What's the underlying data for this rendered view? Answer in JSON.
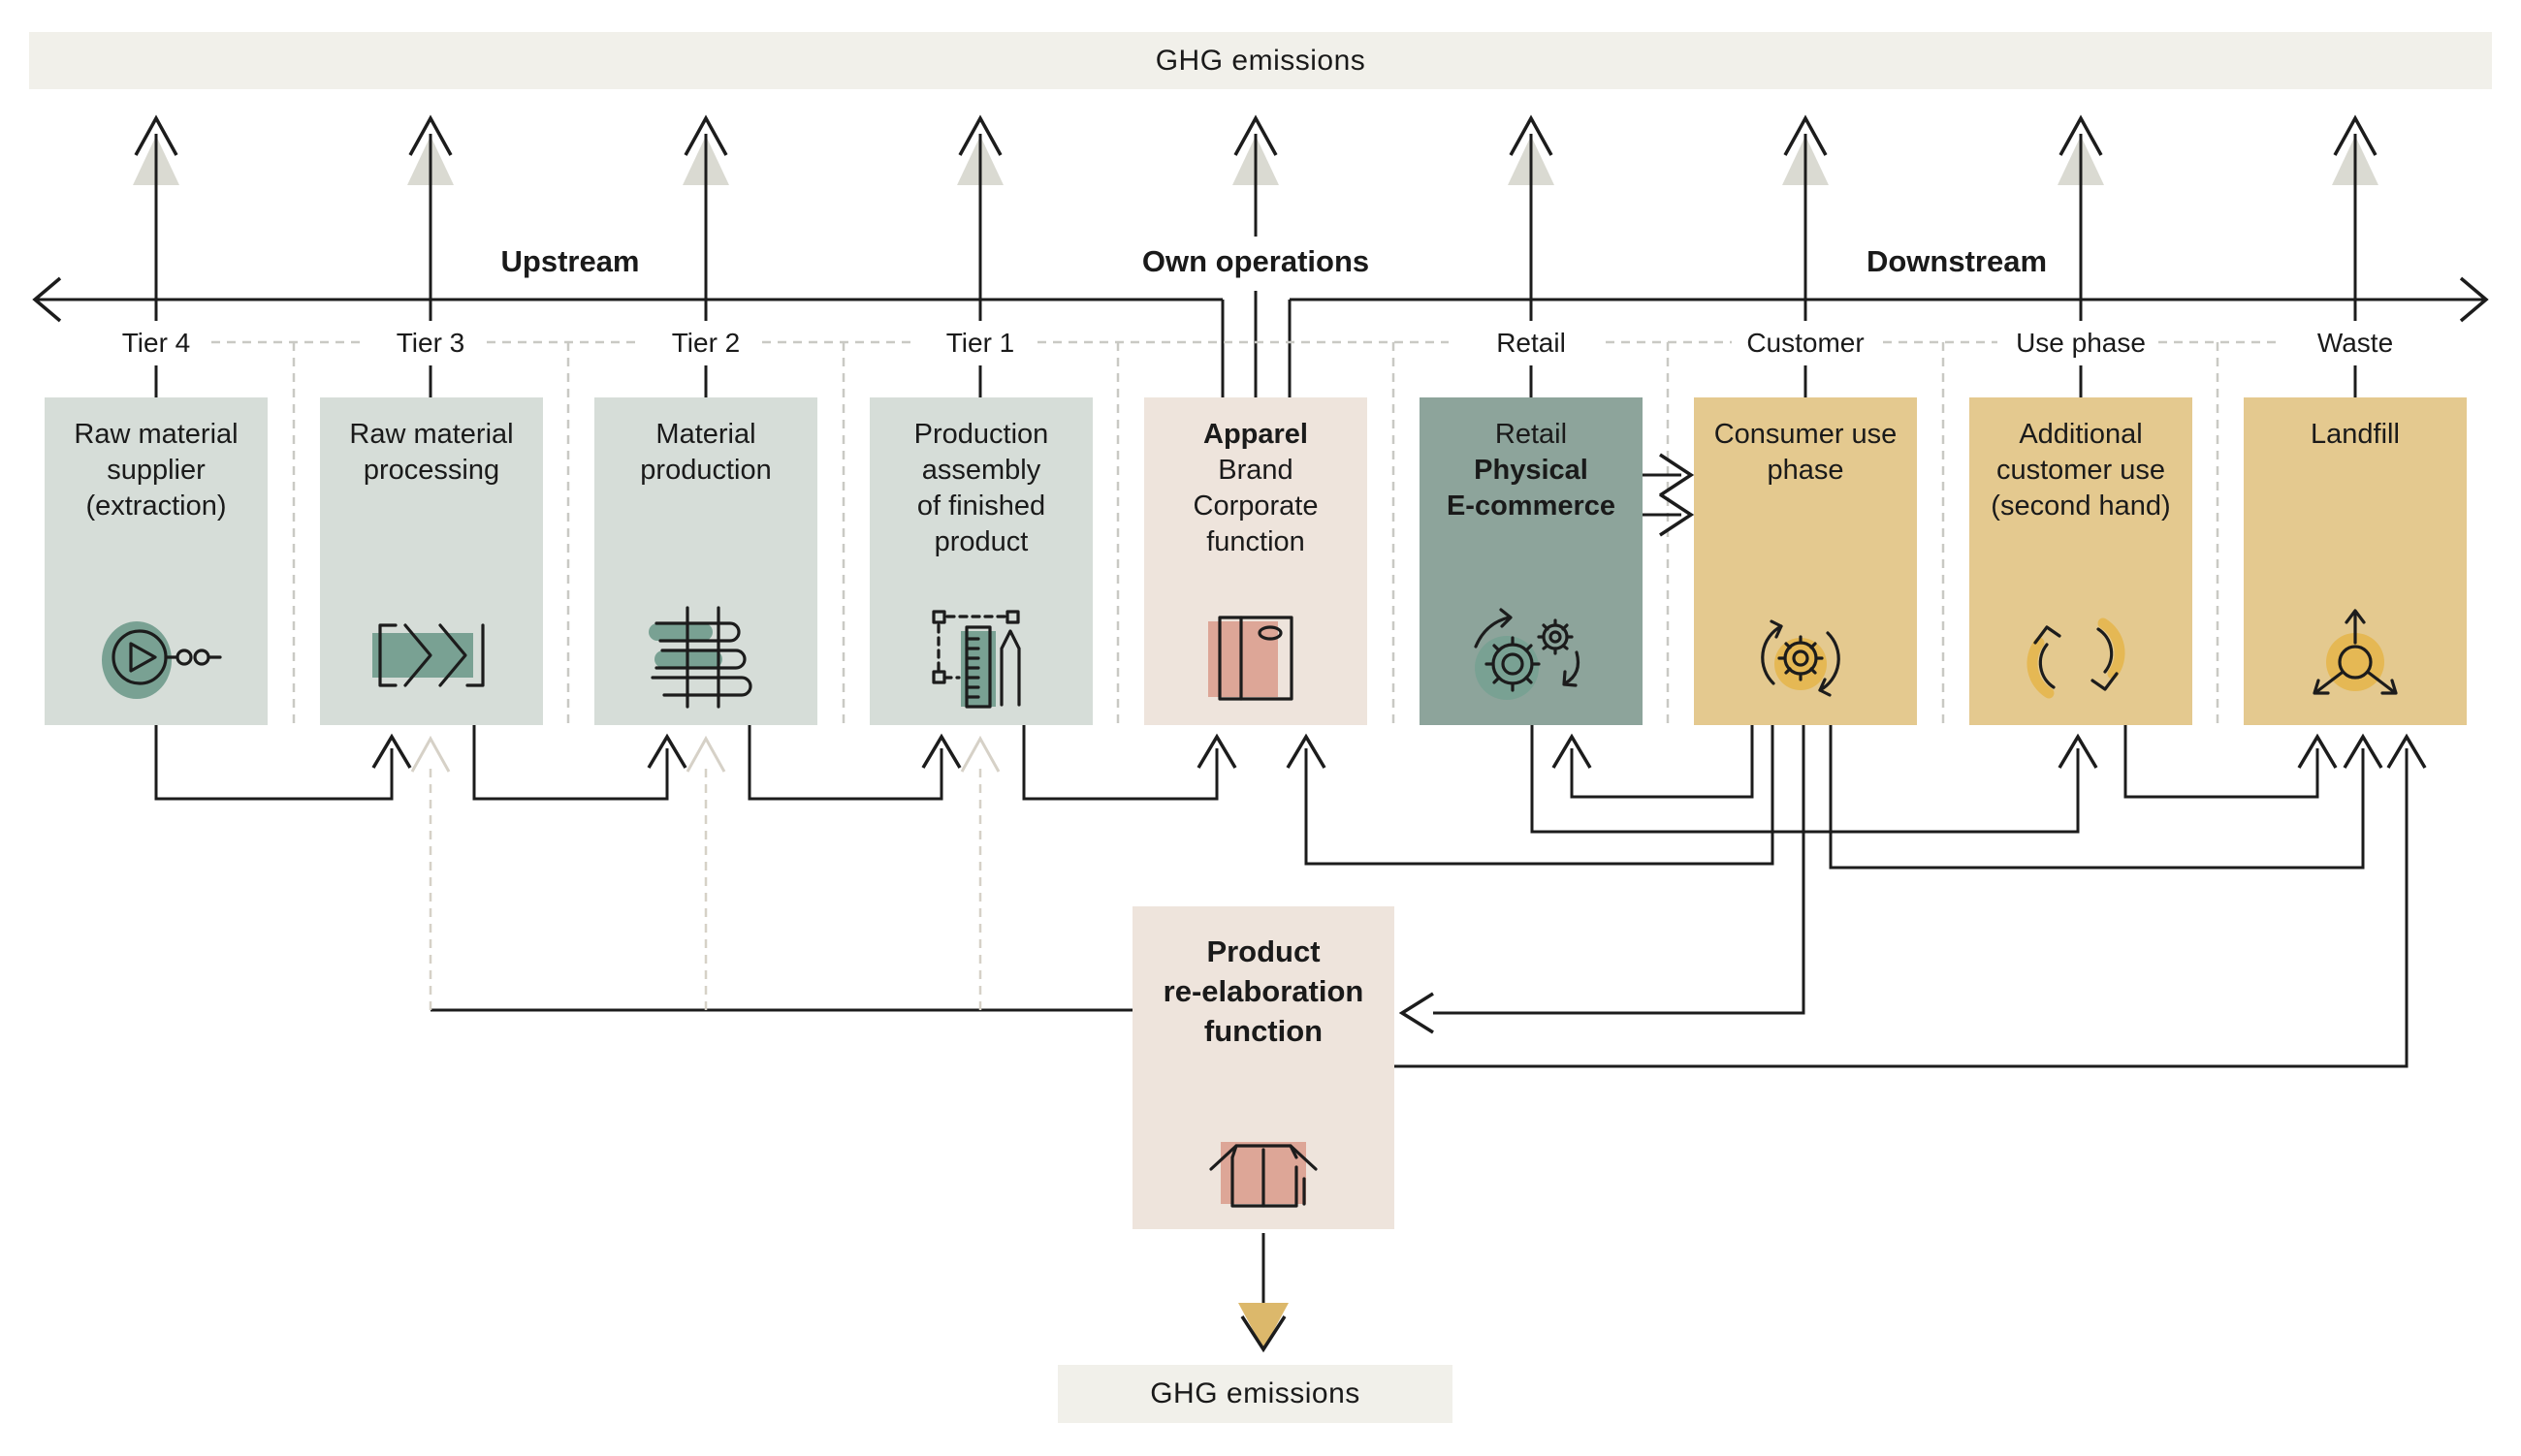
{
  "ghg_top": {
    "label": "GHG emissions"
  },
  "ghg_bottom": {
    "label": "GHG emissions"
  },
  "axis": {
    "upstream": "Upstream",
    "own_operations": "Own operations",
    "downstream": "Downstream"
  },
  "column_labels": [
    "Tier 4",
    "Tier 3",
    "Tier 2",
    "Tier 1",
    "Retail",
    "Customer",
    "Use phase",
    "Waste"
  ],
  "stages": [
    {
      "name": "raw-material-supplier",
      "icon": "extraction-icon",
      "lines": [
        "Raw material",
        "supplier",
        "(extraction)"
      ]
    },
    {
      "name": "raw-material-processing",
      "icon": "process-chevrons-icon",
      "lines": [
        "Raw material",
        "processing"
      ]
    },
    {
      "name": "material-production",
      "icon": "loom-icon",
      "lines": [
        "Material",
        "production"
      ]
    },
    {
      "name": "production-assembly",
      "icon": "design-ruler-pencil-icon",
      "lines": [
        "Production",
        "assembly",
        "of finished",
        "product"
      ]
    },
    {
      "name": "apparel-brand",
      "icon": "package-box-icon",
      "lines": [
        "Apparel",
        "Brand",
        "Corporate",
        "function"
      ]
    },
    {
      "name": "retail",
      "icon": "gears-icon",
      "lines": [
        "Retail",
        "Physical",
        "E-commerce"
      ]
    },
    {
      "name": "consumer-use-phase",
      "icon": "gear-cycle-icon",
      "lines": [
        "Consumer use",
        "phase"
      ]
    },
    {
      "name": "additional-customer-use",
      "icon": "recycle-arrows-icon",
      "lines": [
        "Additional",
        "customer use",
        "(second hand)"
      ]
    },
    {
      "name": "landfill",
      "icon": "dispersion-icon",
      "lines": [
        "Landfill"
      ]
    }
  ],
  "reelaboration": {
    "name": "product-re-elaboration-function",
    "icon": "open-box-icon",
    "lines": [
      "Product",
      "re-elaboration",
      "function"
    ]
  },
  "palette": {
    "text": "#1a1a1a",
    "line": "#1c1c1c",
    "ghg_bar_bg": "#f1f0ea",
    "tier_box_bg": "#d6ddd8",
    "own_box_bg": "#eee4dc",
    "retail_box_bg": "#8da49b",
    "downstream_box_bg": "#e4c98f",
    "accent_sage": "#79a193",
    "accent_pink": "#dda697",
    "accent_gold": "#e5b854",
    "arrow_gray": "#dadad2",
    "arrow_gold": "#dcb86b",
    "dash": "#c9c9c4",
    "dash_warm": "#d6d1c7"
  }
}
